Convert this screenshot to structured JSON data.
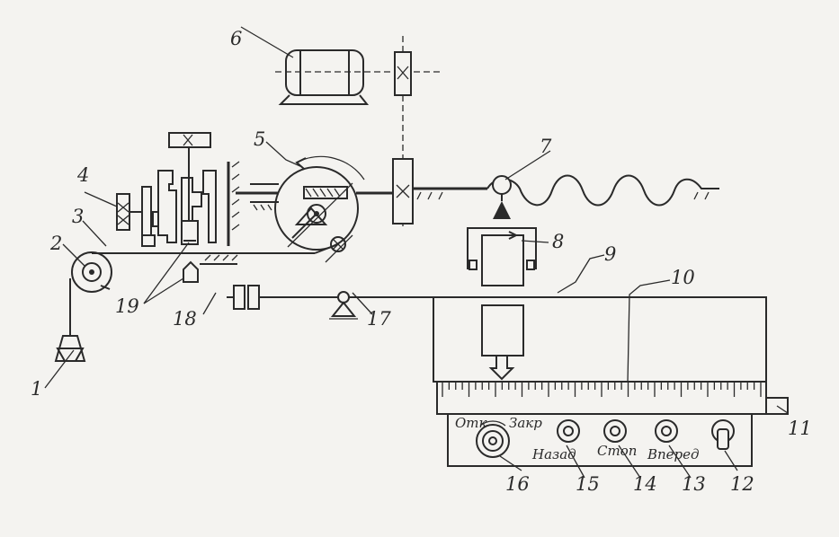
{
  "diagram": {
    "part_numbers": {
      "n1": "1",
      "n2": "2",
      "n3": "3",
      "n4": "4",
      "n5": "5",
      "n6": "6",
      "n7": "7",
      "n8": "8",
      "n9": "9",
      "n10": "10",
      "n11": "11",
      "n12": "12",
      "n13": "13",
      "n14": "14",
      "n15": "15",
      "n16": "16",
      "n17": "17",
      "n18": "18",
      "n19": "19"
    },
    "panel_labels": {
      "open": "Отк",
      "close": "Закр",
      "back": "Назад",
      "stop": "Стоп",
      "forward": "Вперед"
    },
    "colors": {
      "ink": "#2a2a2a",
      "paper": "#f4f3f0"
    }
  }
}
